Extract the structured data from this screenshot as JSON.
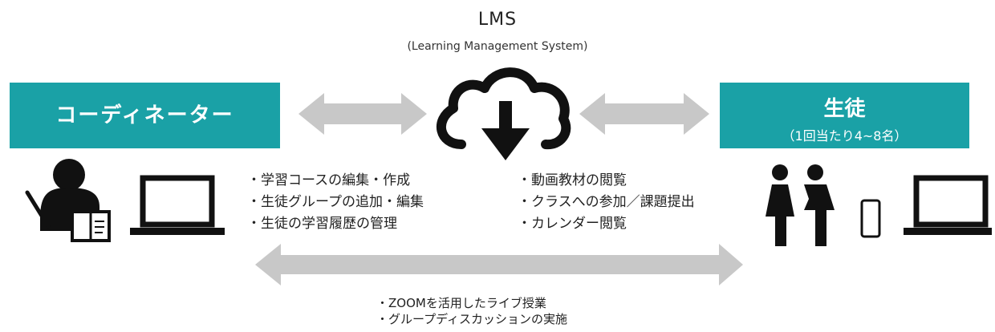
{
  "title": {
    "main": "LMS",
    "sub": "(Learning Management System)"
  },
  "coordinator": {
    "label": "コーディネーター"
  },
  "students": {
    "label": "生徒",
    "sub": "（1回当たり4~8名）"
  },
  "coordinator_tasks": [
    "・学習コースの編集・作成",
    "・生徒グループの追加・編集",
    "・生徒の学習履歴の管理"
  ],
  "student_tasks": [
    "・動画教材の閲覧",
    "・クラスへの参加／課題提出",
    "・カレンダー閲覧"
  ],
  "live_tasks": [
    "・ZOOMを活用したライブ授業",
    "・グループディスカッションの実施"
  ],
  "colors": {
    "accent": "#1aa1a6",
    "arrow": "#c8c8c8",
    "icon": "#111111"
  },
  "icons": [
    "teacher-icon",
    "laptop-icon",
    "cloud-download-icon",
    "people-icon",
    "smartphone-icon"
  ]
}
